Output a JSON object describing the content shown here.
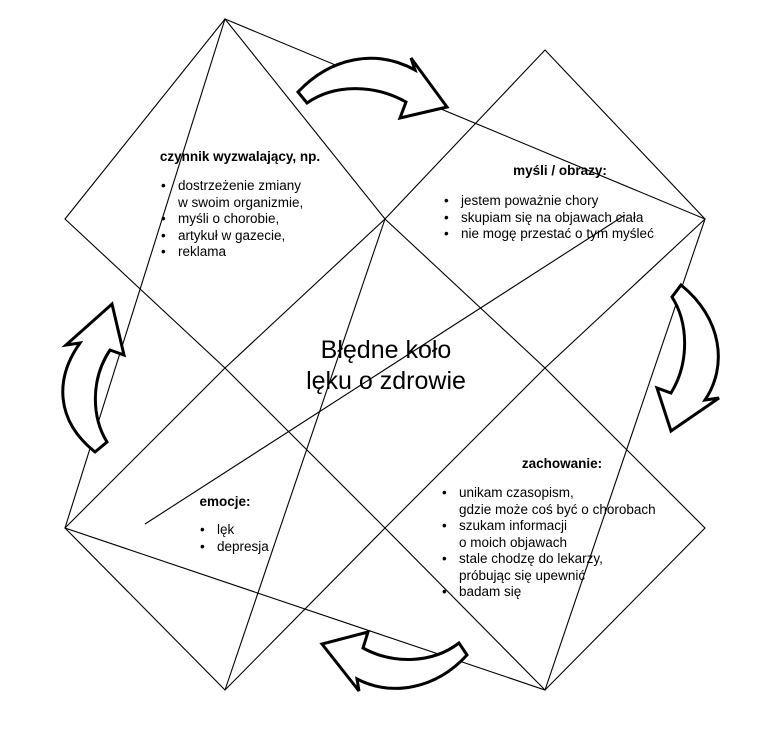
{
  "center_title": "Błędne koło\nlęku o zdrowie",
  "quadrants": {
    "trigger": {
      "heading": "czynnik wyzwalający, np.",
      "items": [
        "dostrzeżenie zmiany\nw swoim organizmie,",
        "myśli o chorobie,",
        "artykuł w gazecie,",
        "reklama"
      ]
    },
    "thoughts": {
      "heading": "myśli / obrazy:",
      "items": [
        "jestem poważnie chory",
        "skupiam się na objawach ciała",
        "nie mogę przestać o tym myśleć"
      ]
    },
    "behavior": {
      "heading": "zachowanie:",
      "items": [
        "unikam czasopism,\ngdzie może coś być o chorobach",
        "szukam informacji\no moich objawach",
        "stale chodzę do lekarzy,\npróbując się upewnić",
        "badam się"
      ]
    },
    "emotions": {
      "heading": "emocje:",
      "items": [
        "lęk",
        "depresja"
      ]
    }
  },
  "colors": {
    "line": "#000000",
    "fill": "#ffffff"
  },
  "icons": [
    "curved-arrow-icon"
  ]
}
